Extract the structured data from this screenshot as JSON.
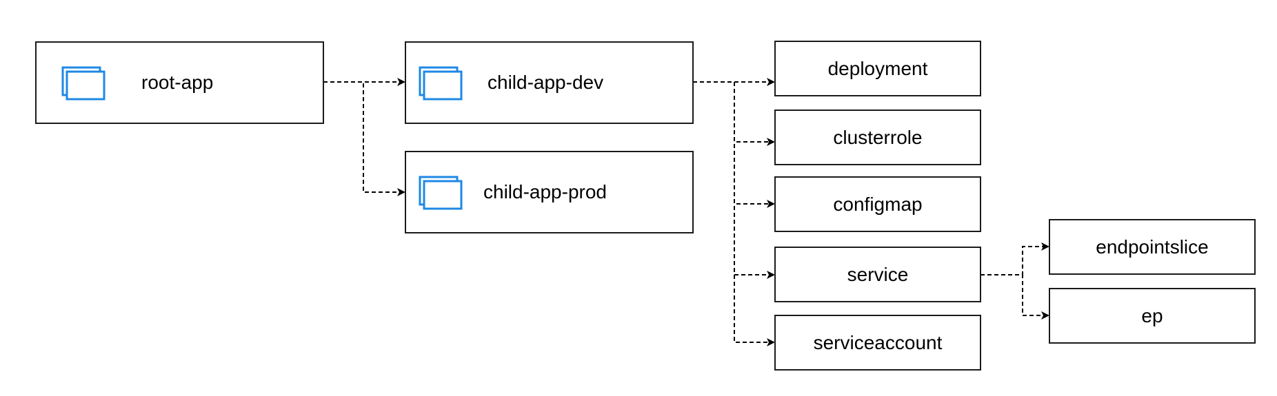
{
  "diagram": {
    "apps": {
      "root": {
        "label": "root-app",
        "icon": "stacked-windows-icon"
      },
      "dev": {
        "label": "child-app-dev",
        "icon": "stacked-windows-icon"
      },
      "prod": {
        "label": "child-app-prod",
        "icon": "stacked-windows-icon"
      }
    },
    "resources": {
      "deployment": "deployment",
      "clusterrole": "clusterrole",
      "configmap": "configmap",
      "service": "service",
      "serviceaccount": "serviceaccount",
      "endpointslice": "endpointslice",
      "ep": "ep"
    },
    "edges": [
      [
        "root-app",
        "child-app-dev"
      ],
      [
        "root-app",
        "child-app-prod"
      ],
      [
        "child-app-dev",
        "deployment"
      ],
      [
        "child-app-dev",
        "clusterrole"
      ],
      [
        "child-app-dev",
        "configmap"
      ],
      [
        "child-app-dev",
        "service"
      ],
      [
        "child-app-dev",
        "serviceaccount"
      ],
      [
        "service",
        "endpointslice"
      ],
      [
        "service",
        "ep"
      ]
    ],
    "colors": {
      "icon": "#1E88E5",
      "border": "#1a1a1a",
      "edge": "#000000"
    }
  }
}
